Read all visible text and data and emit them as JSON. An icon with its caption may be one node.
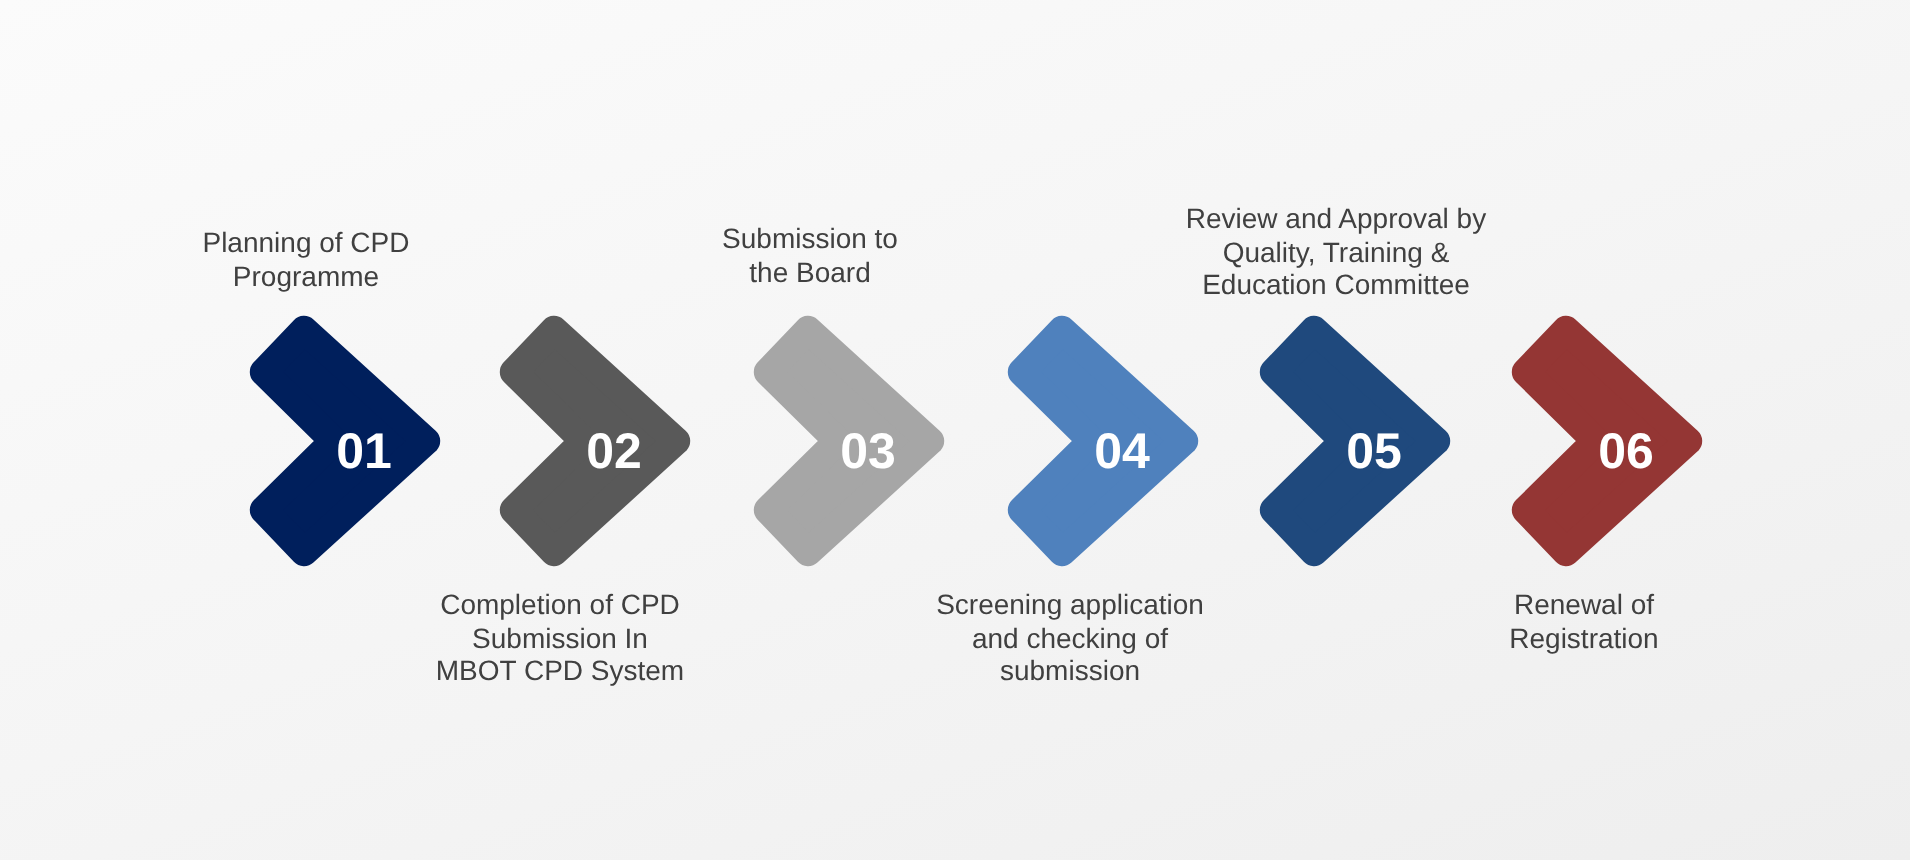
{
  "diagram": {
    "nodes": [
      {
        "text": [
          "01"
        ],
        "beside": [
          "Planning of CPD Programme"
        ]
      },
      {
        "text": [
          "02"
        ],
        "beside": [
          "Completion of CPD Submission In MBOT CPD System"
        ]
      },
      {
        "text": [
          "03"
        ],
        "beside": [
          "Submission to the Board"
        ]
      },
      {
        "text": [
          "04"
        ],
        "beside": [
          "Screening application and checking of submission"
        ]
      },
      {
        "text": [
          "05"
        ],
        "beside": [
          "Review and Approval by Quality, Training & Education Committee"
        ]
      },
      {
        "text": [
          "06"
        ],
        "beside": [
          "Renewal of Registration"
        ]
      }
    ]
  }
}
